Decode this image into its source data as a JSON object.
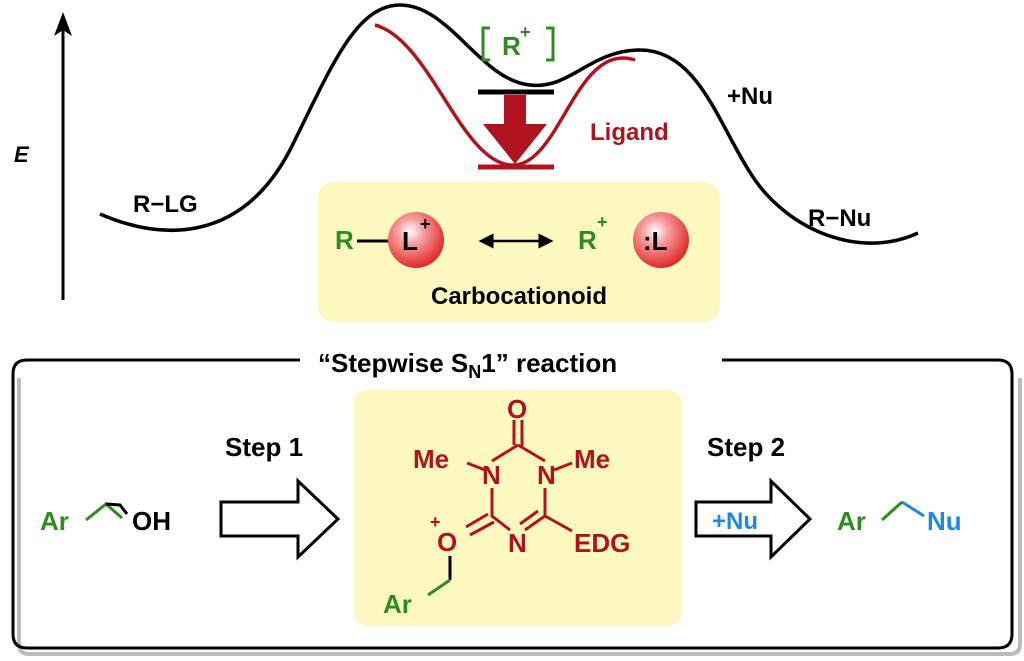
{
  "energy_diagram": {
    "axis_label": "E",
    "reactant": "R−LG",
    "product": "R−Nu",
    "intermediate": "R",
    "intermediate_charge": "+",
    "nucleophile_add": "+Nu",
    "ligand_label": "Ligand"
  },
  "carbocationoid": {
    "title": "Carbocationoid",
    "left_R": "R",
    "left_L": "L",
    "left_charge": "+",
    "right_R": "R",
    "right_charge": "+",
    "right_L": ":L"
  },
  "reaction_box": {
    "title_prefix": "“Stepwise S",
    "title_sub": "N",
    "title_suffix": "1” reaction",
    "step1_label": "Step 1",
    "step2_label": "Step 2",
    "step2_reagent": "+Nu",
    "start_ar": "Ar",
    "start_oh": "OH",
    "product_ar": "Ar",
    "product_nu": "Nu"
  },
  "intermediate_molecule": {
    "o_top": "O",
    "n_left": "N",
    "n_right": "N",
    "me_left": "Me",
    "me_right": "Me",
    "o_ring": "O",
    "o_charge": "+",
    "n_bottom": "N",
    "edg": "EDG",
    "ar": "Ar"
  },
  "colors": {
    "green": "#2e8b1e",
    "red": "#b0131e",
    "blue": "#1e88e5",
    "highlight": "#fdf8c0"
  }
}
